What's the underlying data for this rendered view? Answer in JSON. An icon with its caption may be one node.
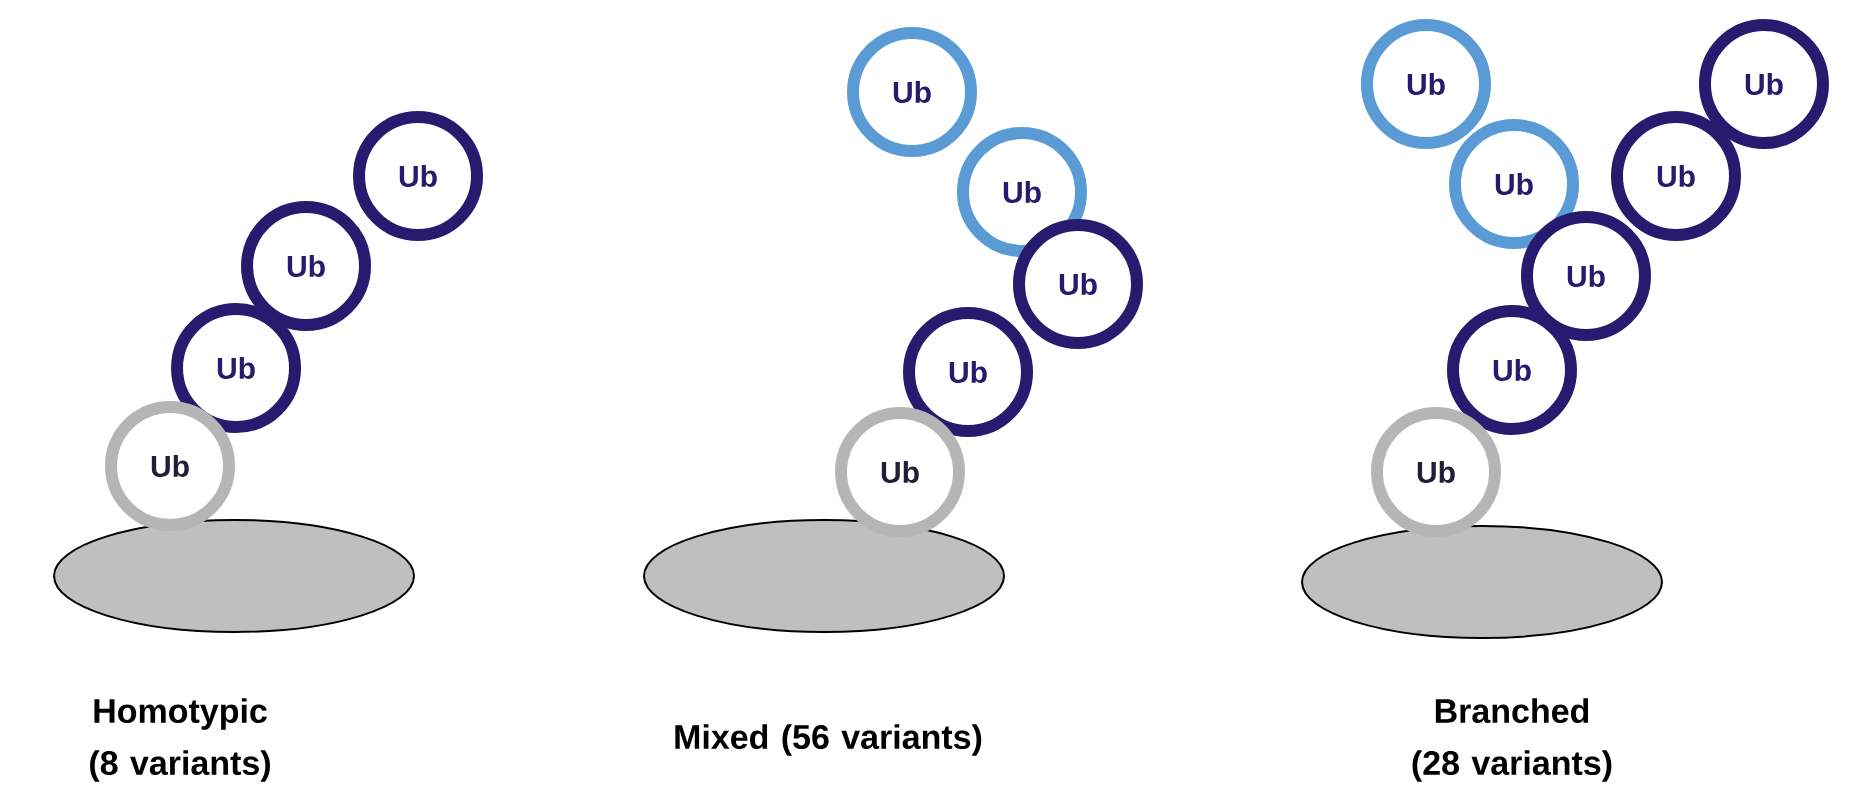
{
  "diagram": {
    "nodes": [
      {
        "text": [],
        "shape": "ellipse"
      },
      {
        "text": [
          "Ub"
        ]
      },
      {
        "text": [
          "Ub"
        ]
      },
      {
        "text": [
          "Ub"
        ]
      },
      {
        "text": [
          "Ub"
        ]
      },
      {
        "text": [],
        "shape": "ellipse"
      },
      {
        "text": [
          "Ub"
        ]
      },
      {
        "text": [
          "Ub"
        ]
      },
      {
        "text": [
          "Ub"
        ]
      },
      {
        "text": [
          "Ub"
        ]
      },
      {
        "text": [
          "Ub"
        ]
      },
      {
        "text": [],
        "shape": "ellipse"
      },
      {
        "text": [
          "Ub"
        ]
      },
      {
        "text": [
          "Ub"
        ]
      },
      {
        "text": [
          "Ub"
        ]
      },
      {
        "text": [
          "Ub"
        ]
      },
      {
        "text": [
          "Ub"
        ]
      },
      {
        "text": [
          "Ub"
        ]
      },
      {
        "text": [
          "Ub"
        ]
      }
    ],
    "labels": [
      "Homotypic (8 variants)",
      "Mixed (56 variants)",
      "Branched (28 variants)"
    ]
  }
}
